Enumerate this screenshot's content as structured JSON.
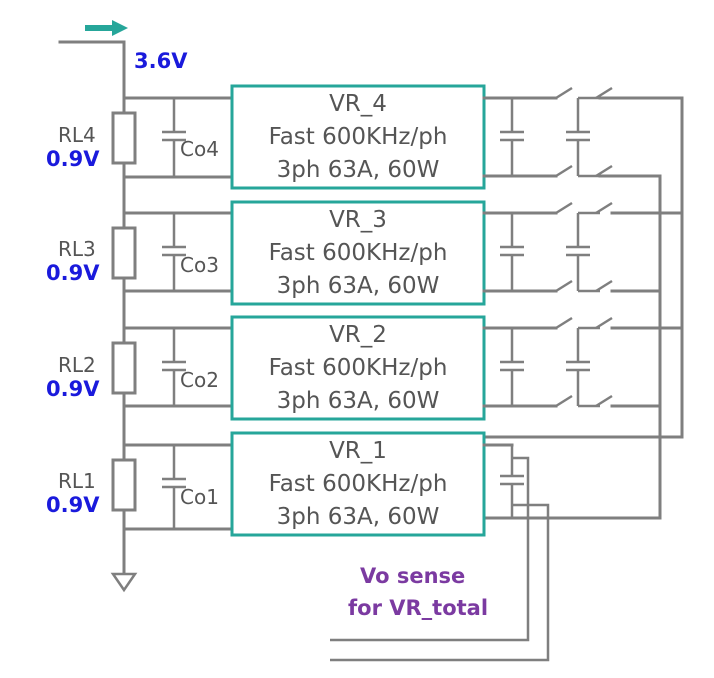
{
  "input_voltage": "3.6V",
  "accent_color": "#26a69a",
  "voltage_color": "#1a1adc",
  "sense_color": "#7b3aa1",
  "stages": [
    {
      "vr_name": "VR_4",
      "vr_line2": "Fast 600KHz/ph",
      "vr_line3": "3ph 63A, 60W",
      "load": "RL4",
      "cap": "Co4",
      "voltage": "0.9V"
    },
    {
      "vr_name": "VR_3",
      "vr_line2": "Fast 600KHz/ph",
      "vr_line3": "3ph 63A, 60W",
      "load": "RL3",
      "cap": "Co3",
      "voltage": "0.9V"
    },
    {
      "vr_name": "VR_2",
      "vr_line2": "Fast 600KHz/ph",
      "vr_line3": "3ph 63A, 60W",
      "load": "RL2",
      "cap": "Co2",
      "voltage": "0.9V"
    },
    {
      "vr_name": "VR_1",
      "vr_line2": "Fast 600KHz/ph",
      "vr_line3": "3ph 63A, 60W",
      "load": "RL1",
      "cap": "Co1",
      "voltage": "0.9V"
    }
  ],
  "sense_label": {
    "line1": "Vo sense",
    "line2": "for VR_total"
  },
  "icons": {
    "input_arrow": "arrow-right-icon",
    "ground": "ground-icon"
  }
}
